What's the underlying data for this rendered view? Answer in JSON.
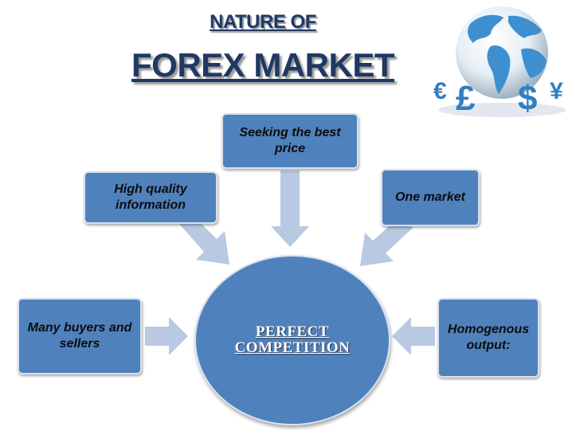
{
  "title": {
    "line1": "NATURE OF ",
    "line2": "FOREX MARKET"
  },
  "center": {
    "line1": "PERFECT",
    "line2": "COMPETITION"
  },
  "boxes": {
    "seeking": "Seeking the best price",
    "quality": "High quality information",
    "one_market": "One market",
    "buyers": "Many buyers and sellers",
    "homogenous": "Homogenous output:"
  },
  "globe": {
    "currency_symbols": [
      "€",
      "£",
      "$",
      "¥"
    ]
  },
  "colors": {
    "box_fill": "#4f81bd",
    "arrow_fill": "#b9c9e2",
    "title": "#1f3864"
  }
}
